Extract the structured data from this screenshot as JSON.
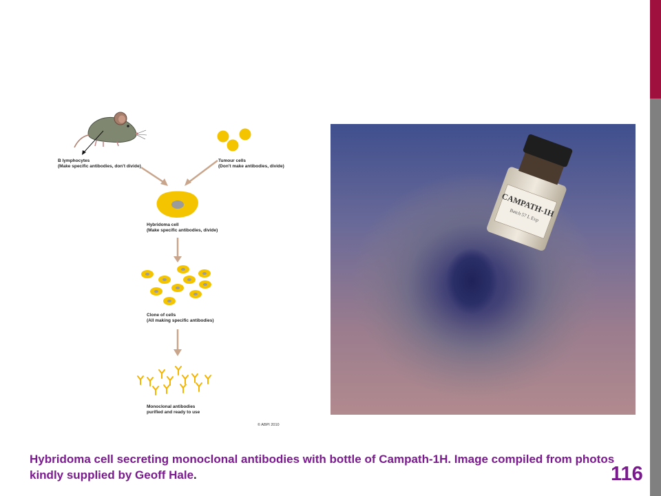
{
  "diagram": {
    "b_lymphocytes": "B lymphocytes",
    "b_lymphocytes_note": "(Make specific antibodies, don't divide)",
    "tumour_cells": "Tumour cells",
    "tumour_cells_note": "(Don't make antibodies, divide)",
    "hybridoma_cell": "Hybridoma cell",
    "hybridoma_cell_note": "(Make specific antibodies, divide)",
    "clone_of_cells": "Clone of cells",
    "clone_of_cells_note": "(All making specific antibodies)",
    "monoclonal_antibodies": "Monoclonal antibodies",
    "monoclonal_antibodies_note": "purified and ready to use",
    "copyright": "© ABPI 2010"
  },
  "photo": {
    "bottle_label": "CAMPATH-1H",
    "bottle_sublabel": "Batch 57 L Exp"
  },
  "caption": {
    "main": "Hybridoma cell secreting monoclonal antibodies with bottle of Campath-1H. Image compiled from photos kindly supplied by Geoff Hale",
    "tail": "."
  },
  "slide_number": "116",
  "colors": {
    "accent_bar": "#a0103f",
    "side_bar": "#808080",
    "caption": "#7b1a8f",
    "cell_yellow": "#f5c400",
    "arrow": "#c9a58c"
  }
}
